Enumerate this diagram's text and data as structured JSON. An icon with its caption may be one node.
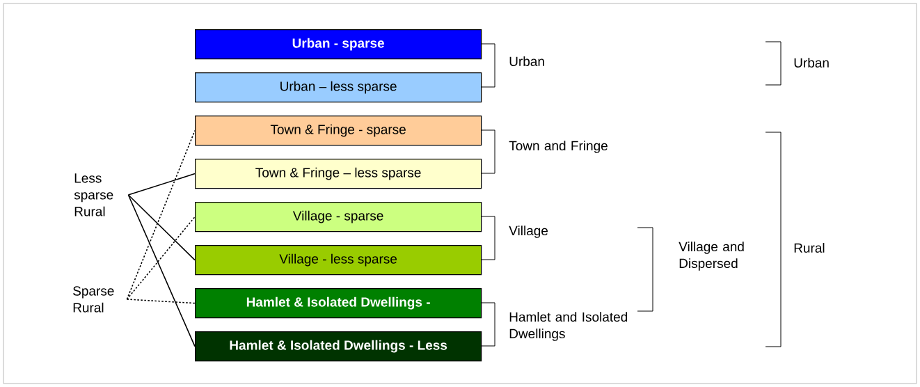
{
  "diagram": {
    "nodes": [
      {
        "text": [
          "Urban - sparse"
        ]
      },
      {
        "text": [
          "Urban – less sparse"
        ]
      },
      {
        "text": [
          "Town & Fringe - sparse"
        ]
      },
      {
        "text": [
          "Town & Fringe – less sparse"
        ]
      },
      {
        "text": [
          "Village - sparse"
        ]
      },
      {
        "text": [
          "Village - less sparse"
        ]
      },
      {
        "text": [
          "Hamlet & Isolated Dwellings -"
        ]
      },
      {
        "text": [
          "Hamlet & Isolated Dwellings - Less"
        ]
      },
      {
        "text": [
          "Less sparse Rural"
        ]
      },
      {
        "text": [
          "Sparse Rural"
        ]
      }
    ],
    "edges": [
      {
        "from": 8,
        "to": 3,
        "arrow": "none"
      },
      {
        "from": 8,
        "to": 5,
        "arrow": "none"
      },
      {
        "from": 8,
        "to": 7,
        "arrow": "none"
      },
      {
        "from": 9,
        "to": 2,
        "arrow": "none",
        "style": "dashed"
      },
      {
        "from": 9,
        "to": 4,
        "arrow": "none",
        "style": "dashed"
      },
      {
        "from": 9,
        "to": 6,
        "arrow": "none",
        "style": "dashed"
      }
    ],
    "labels": [
      "Urban",
      "Urban",
      "Town and Fringe",
      "Village",
      "Village and Dispersed",
      "Rural",
      "Hamlet and Isolated Dwellings"
    ]
  }
}
